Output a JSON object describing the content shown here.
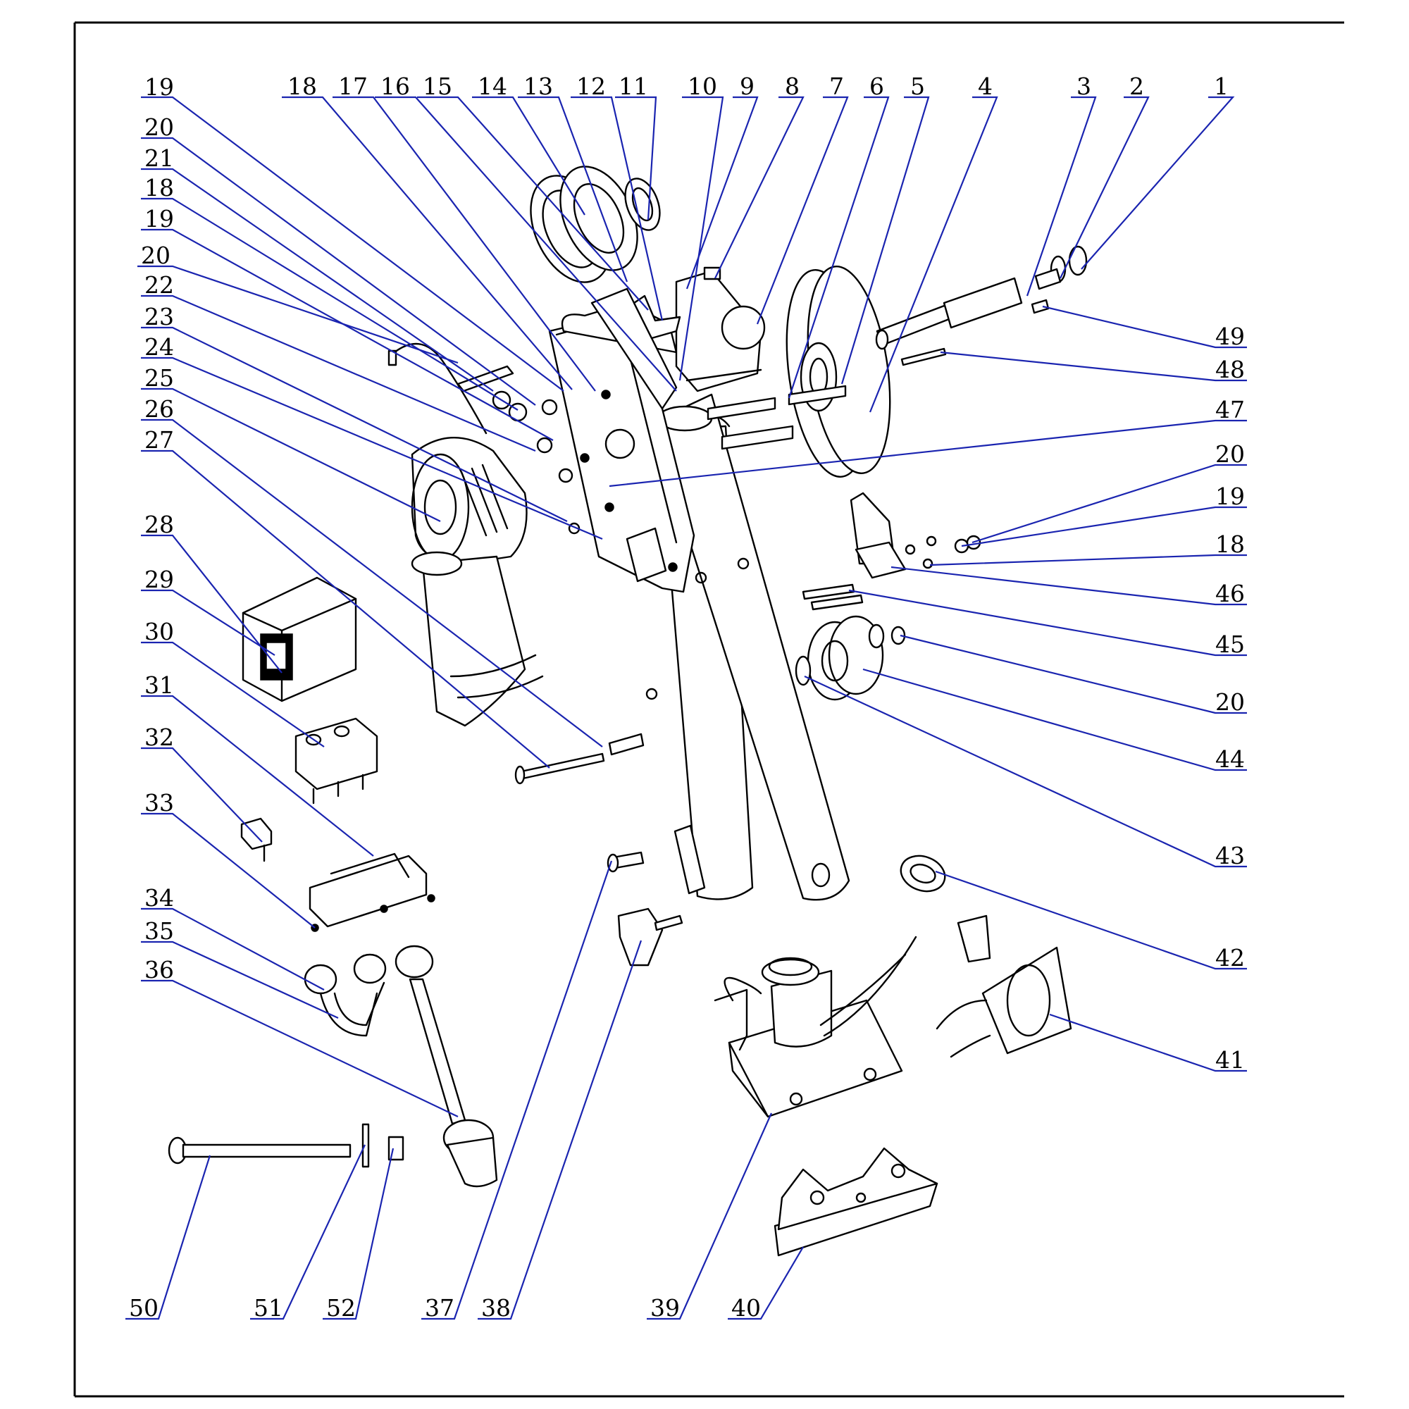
{
  "colors": {
    "leader": "#1a24b0",
    "outline": "#000000",
    "background": "#ffffff"
  },
  "callouts": [
    {
      "id": "c19a",
      "text": "19"
    },
    {
      "id": "c20a",
      "text": "20"
    },
    {
      "id": "c21",
      "text": "21"
    },
    {
      "id": "c18a",
      "text": "18"
    },
    {
      "id": "c19b",
      "text": "19"
    },
    {
      "id": "c20b",
      "text": "20"
    },
    {
      "id": "c22",
      "text": "22"
    },
    {
      "id": "c23",
      "text": "23"
    },
    {
      "id": "c24",
      "text": "24"
    },
    {
      "id": "c25",
      "text": "25"
    },
    {
      "id": "c26",
      "text": "26"
    },
    {
      "id": "c27",
      "text": "27"
    },
    {
      "id": "c28",
      "text": "28"
    },
    {
      "id": "c29",
      "text": "29"
    },
    {
      "id": "c30",
      "text": "30"
    },
    {
      "id": "c31",
      "text": "31"
    },
    {
      "id": "c32",
      "text": "32"
    },
    {
      "id": "c33",
      "text": "33"
    },
    {
      "id": "c34",
      "text": "34"
    },
    {
      "id": "c35",
      "text": "35"
    },
    {
      "id": "c36",
      "text": "36"
    },
    {
      "id": "c18t",
      "text": "18"
    },
    {
      "id": "c17",
      "text": "17"
    },
    {
      "id": "c16",
      "text": "16"
    },
    {
      "id": "c15",
      "text": "15"
    },
    {
      "id": "c14",
      "text": "14"
    },
    {
      "id": "c13",
      "text": "13"
    },
    {
      "id": "c12",
      "text": "12"
    },
    {
      "id": "c11",
      "text": "11"
    },
    {
      "id": "c10",
      "text": "10"
    },
    {
      "id": "c9",
      "text": "9"
    },
    {
      "id": "c8",
      "text": "8"
    },
    {
      "id": "c7",
      "text": "7"
    },
    {
      "id": "c6",
      "text": "6"
    },
    {
      "id": "c5",
      "text": "5"
    },
    {
      "id": "c4",
      "text": "4"
    },
    {
      "id": "c3",
      "text": "3"
    },
    {
      "id": "c2",
      "text": "2"
    },
    {
      "id": "c1",
      "text": "1"
    },
    {
      "id": "c49",
      "text": "49"
    },
    {
      "id": "c48",
      "text": "48"
    },
    {
      "id": "c47",
      "text": "47"
    },
    {
      "id": "c20c",
      "text": "20"
    },
    {
      "id": "c19c",
      "text": "19"
    },
    {
      "id": "c18c",
      "text": "18"
    },
    {
      "id": "c46",
      "text": "46"
    },
    {
      "id": "c45",
      "text": "45"
    },
    {
      "id": "c20d",
      "text": "20"
    },
    {
      "id": "c44",
      "text": "44"
    },
    {
      "id": "c43",
      "text": "43"
    },
    {
      "id": "c42",
      "text": "42"
    },
    {
      "id": "c41",
      "text": "41"
    },
    {
      "id": "c50",
      "text": "50"
    },
    {
      "id": "c51",
      "text": "51"
    },
    {
      "id": "c52",
      "text": "52"
    },
    {
      "id": "c37",
      "text": "37"
    },
    {
      "id": "c38",
      "text": "38"
    },
    {
      "id": "c39",
      "text": "39"
    },
    {
      "id": "c40",
      "text": "40"
    }
  ]
}
